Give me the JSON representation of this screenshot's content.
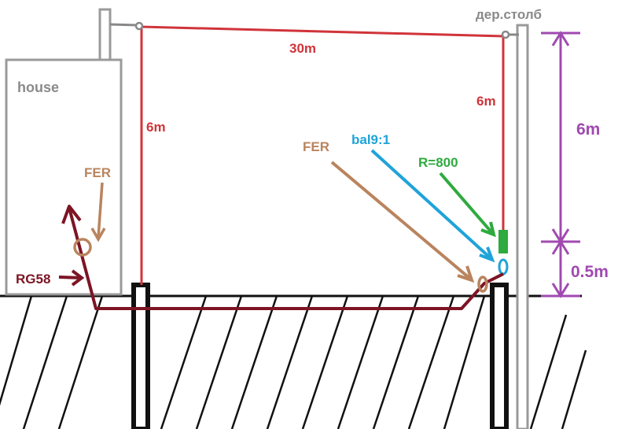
{
  "labels": {
    "house": "house",
    "pole": "дер.столб",
    "top_span": "30m",
    "left_vertical": "6m",
    "right_vertical": "6m",
    "height_total": "6m",
    "height_base": "0.5m",
    "fer_house": "FER",
    "fer_pole": "FER",
    "balun": "bal9:1",
    "resistor": "R=800",
    "coax": "RG58"
  },
  "colors": {
    "antenna": "#d0343a",
    "coax": "#7d1424",
    "fer": "#b9845e",
    "balun": "#1fa3d9",
    "resistor": "#2faa3e",
    "dimension": "#a04ab0",
    "structure": "#9a9a9a",
    "post": "#111111"
  }
}
